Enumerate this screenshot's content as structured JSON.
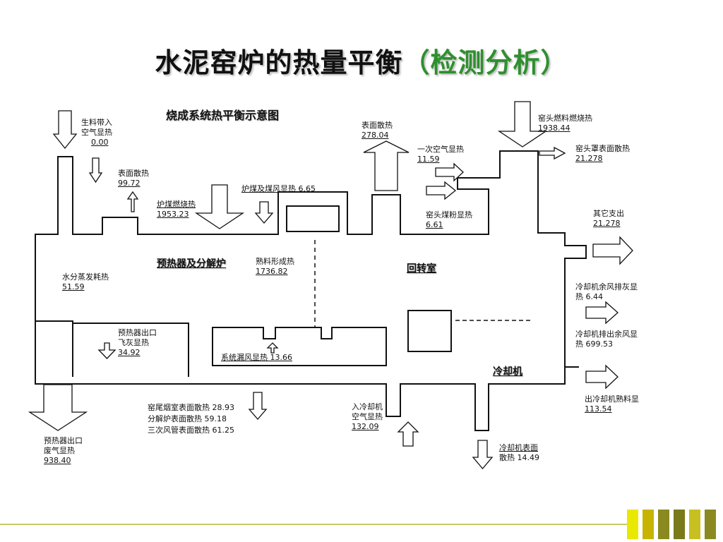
{
  "slide": {
    "title_main": "水泥窑炉的热量平衡",
    "title_sub": "（检测分析）"
  },
  "diagram": {
    "section_title": "烧成系统热平衡示意图",
    "zone_preheater": "预热器及分解炉",
    "zone_kiln": "回转室",
    "zone_cooler": "冷却机"
  },
  "labels": {
    "raw_meal": {
      "line1": "生料带入",
      "line2": "空气显热",
      "value": "0.00"
    },
    "surface_loss": {
      "line1": "表面散热",
      "value": "99.72"
    },
    "coal_burn": {
      "line1": "炉煤燃烧热",
      "value": "1953.23"
    },
    "coal_air": {
      "line1": "炉煤及煤风显热 6.65"
    },
    "kiln_surface": {
      "line1": "表面散热",
      "value": "278.04"
    },
    "primary_air": {
      "line1": "一次空气显热",
      "value": "11.59"
    },
    "kiln_fuel": {
      "line1": "窑头燃料燃烧热",
      "value": "1938.44"
    },
    "hood_surface": {
      "line1": "窑头罩表面散热",
      "value": "21.278"
    },
    "kiln_coal": {
      "line1": "窑头煤粉显热",
      "value": "6.61"
    },
    "other": {
      "line1": "其它支出",
      "value": "21.278"
    },
    "water_evap": {
      "line1": "水分蒸发耗热",
      "value": "51.59"
    },
    "clinker_formation": {
      "line1": "熟料形成热",
      "value": "1736.82"
    },
    "cooler_ash": {
      "line1": "冷却机余风排灰显",
      "line2": "热 6.44"
    },
    "preheater_dust": {
      "line1": "预热器出口",
      "line2": "飞灰显热",
      "value": "34.92"
    },
    "cooler_exhaust": {
      "line1": "冷却机排出余风显",
      "line2": "热 699.53"
    },
    "leak_air": {
      "line1": "系统漏风显热 13.66"
    },
    "clinker_out": {
      "line1": "出冷却机熟料显",
      "value": "113.54"
    },
    "tail_surfaces": {
      "line1": "窑尾烟室表面散热 28.93",
      "line2": "分解炉表面散热 59.18",
      "line3": "三次风管表面散热 61.25"
    },
    "cooler_air_in": {
      "line1": "入冷却机",
      "line2": "空气显热",
      "value": "132.09"
    },
    "preheater_exhaust": {
      "line1": "预热器出口",
      "line2": "废气显热",
      "value": "938.40"
    },
    "cooler_surface": {
      "line1": "冷却机表面",
      "line2": "散热 14.49"
    }
  },
  "colors": {
    "title_highlight": "#2f8f2f",
    "footer_line": "#c7c86a",
    "footer_blocks": [
      "#e8e800",
      "#c8b400",
      "#8a8a20",
      "#7a7a1a",
      "#c8c020",
      "#8a8a20"
    ]
  }
}
